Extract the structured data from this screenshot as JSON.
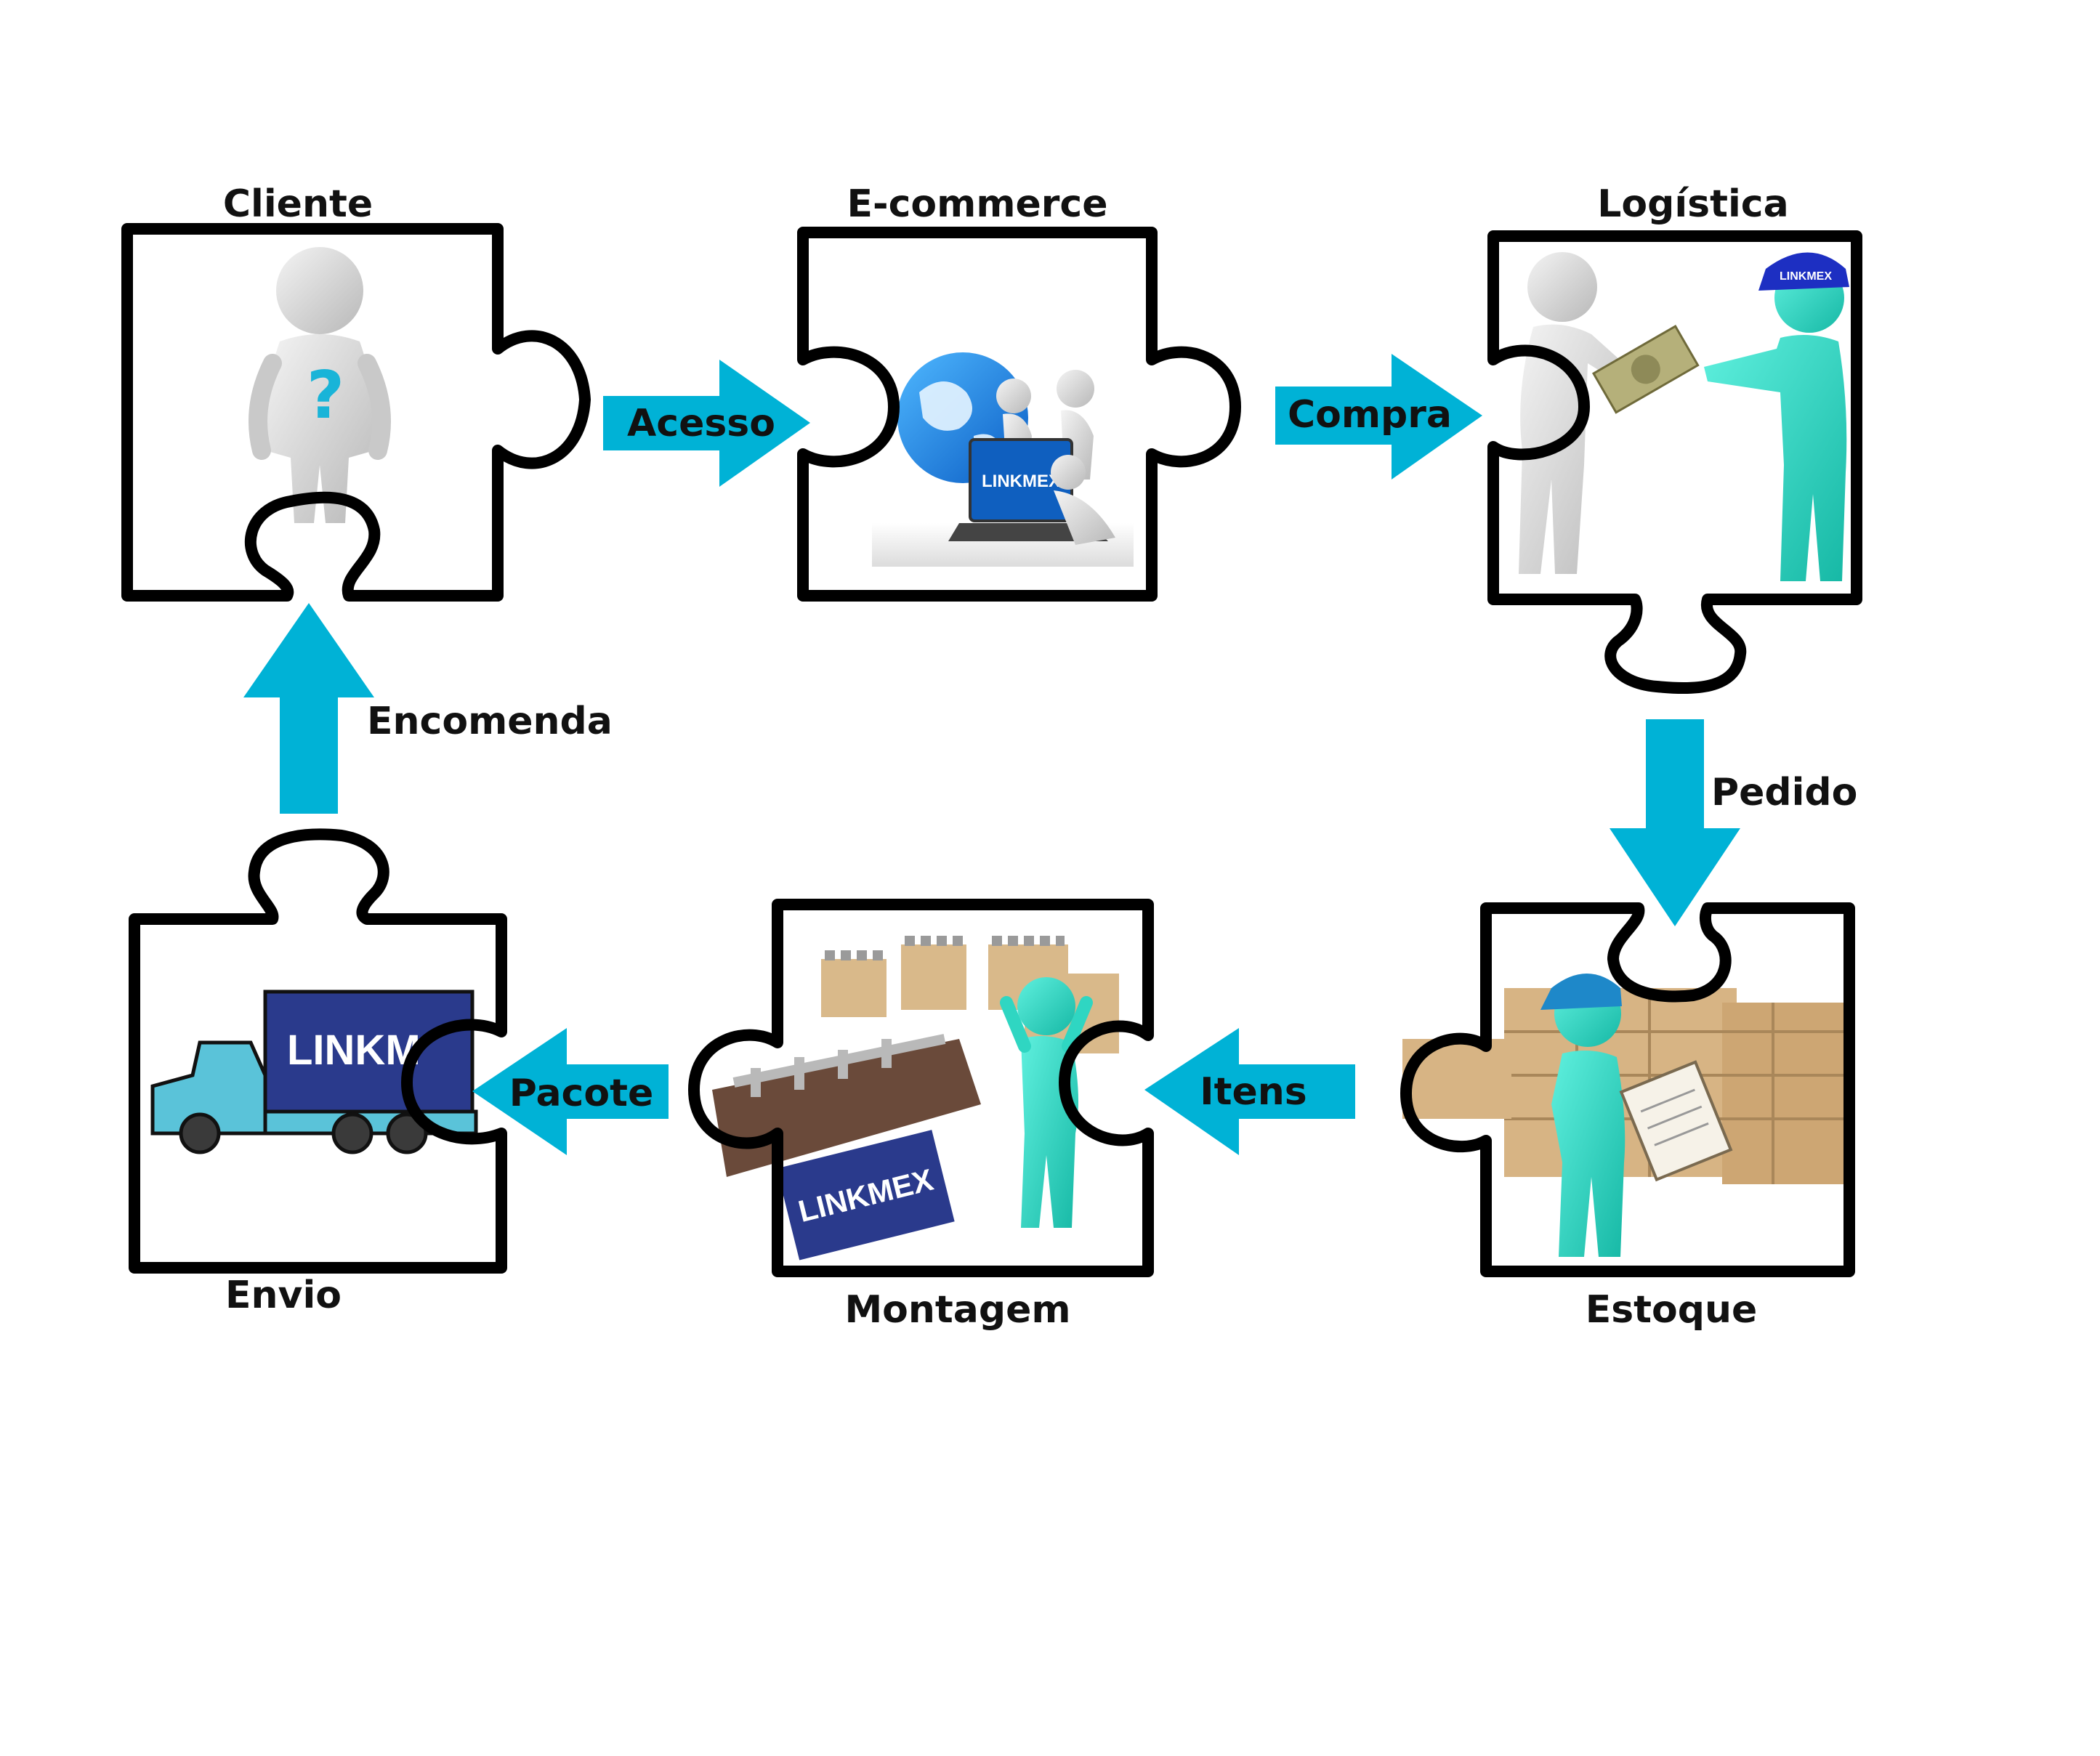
{
  "pieces": {
    "cliente": {
      "label": "Cliente"
    },
    "ecommerce": {
      "label": "E-commerce",
      "laptop_logo": "LINKMEX"
    },
    "logistica": {
      "label": "Logística",
      "cap_logo": "LINKMEX"
    },
    "estoque": {
      "label": "Estoque"
    },
    "montagem": {
      "label": "Montagem",
      "banner_logo": "LINKMEX"
    },
    "envio": {
      "label": "Envio",
      "truck_logo": "LINKM"
    }
  },
  "arrows": {
    "acesso": {
      "label": "Acesso"
    },
    "compra": {
      "label": "Compra"
    },
    "pedido": {
      "label": "Pedido"
    },
    "itens": {
      "label": "Itens"
    },
    "pacote": {
      "label": "Pacote"
    },
    "encomenda": {
      "label": "Encomenda"
    }
  },
  "colors": {
    "arrow": "#00b2d6",
    "figure_teal": "#2fd6c2",
    "figure_white": "#d9d9d9",
    "brand_navy": "#2a3a8c",
    "box": "#d9b98a"
  },
  "icons": [
    "question-mark-icon",
    "globe-icon",
    "laptop-icon",
    "money-icon",
    "clipboard-icon",
    "truck-icon"
  ]
}
